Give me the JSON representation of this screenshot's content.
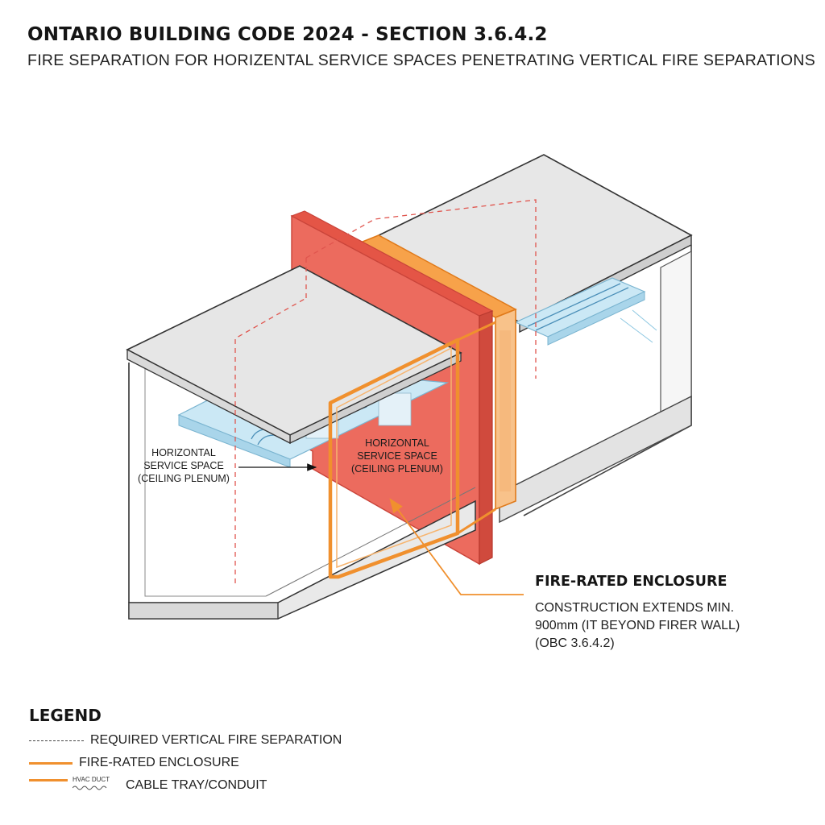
{
  "header": {
    "title": "ONTARIO BUILDING CODE 2024 - SECTION 3.6.4.2",
    "subtitle": "FIRE SEPARATION FOR HORIZENTAL SERVICE SPACES PENETRATING VERTICAL FIRE SEPARATIONS"
  },
  "labels": {
    "left_service_space": [
      "HORIZONTAL",
      "SERVICE SPACE",
      "(CEILING PLENUM)"
    ],
    "center_service_space": [
      "HORIZONTAL",
      "SERVICE SPACE",
      "(CEILING PLENUM)"
    ]
  },
  "callout": {
    "title": "FIRE-RATED ENCLOSURE",
    "lines": [
      "CONSTRUCTION EXTENDS MIN.",
      "900mm (IT BEYOND FIRER WALL)",
      "(OBC 3.6.4.2)"
    ]
  },
  "legend": {
    "title": "LEGEND",
    "items": [
      {
        "swatch": "dashed-line",
        "label": "REQUIRED VERTICAL FIRE SEPARATION"
      },
      {
        "swatch": "orange-line",
        "label": "FIRE-RATED ENCLOSURE"
      },
      {
        "swatch": "duct-symbol",
        "small": "HVAC DUCT",
        "label": "CABLE TRAY/CONDUIT"
      }
    ]
  },
  "colors": {
    "fire_wall": "#ec6b5e",
    "fire_wall_edge": "#c9443a",
    "enclosure": "#f0902e",
    "enclosure_fill": "#f8c79a",
    "duct": "#bfe2f2",
    "dashed_separation": "#e0554e",
    "slab": "#e6e6e6"
  }
}
